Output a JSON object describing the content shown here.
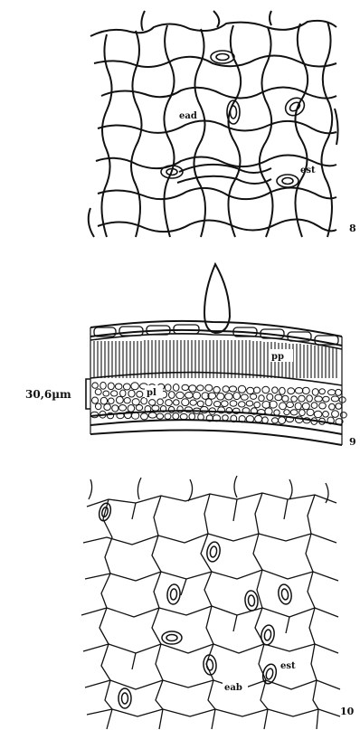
{
  "figures": [
    {
      "number": "8",
      "labels": {
        "epidermis": "ead",
        "stoma": "est"
      }
    },
    {
      "number": "9",
      "scale": "30,6µm",
      "labels": {
        "palisade": "pp",
        "spongy": "pl"
      }
    },
    {
      "number": "10",
      "labels": {
        "epidermis": "eab",
        "stoma": "est"
      }
    }
  ]
}
